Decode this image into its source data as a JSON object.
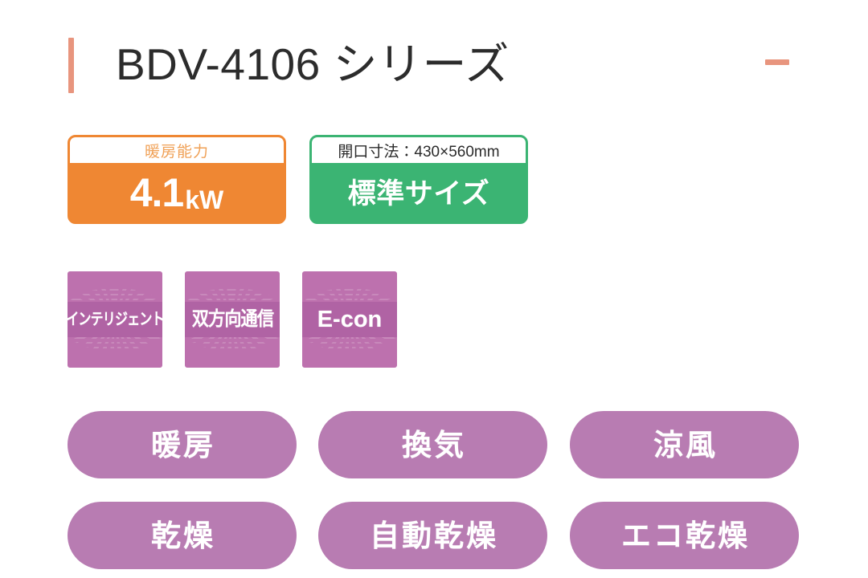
{
  "header": {
    "title": "BDV-4106 シリーズ",
    "accent_color": "#e8957e",
    "collapse_icon": "minus-icon"
  },
  "spec_badges": [
    {
      "id": "heating",
      "caption": "暖房能力",
      "value_number": "4.1",
      "value_unit": "kW",
      "color": "#ef8733"
    },
    {
      "id": "size",
      "caption": "開口寸法：430×560mm",
      "value": "標準サイズ",
      "color": "#3bb473"
    }
  ],
  "feature_icons": [
    {
      "label": "インテリジェント",
      "icon": "intelligent-badge-icon"
    },
    {
      "label": "双方向通信",
      "icon": "two-way-communication-badge-icon"
    },
    {
      "label": "E-con",
      "icon": "e-con-badge-icon"
    }
  ],
  "feature_icon_color": "#bd71ae",
  "mode_pills": [
    {
      "label": "暖房"
    },
    {
      "label": "換気"
    },
    {
      "label": "涼風"
    },
    {
      "label": "乾燥"
    },
    {
      "label": "自動乾燥"
    },
    {
      "label": "エコ乾燥"
    }
  ],
  "mode_pill_color": "#b87cb2"
}
